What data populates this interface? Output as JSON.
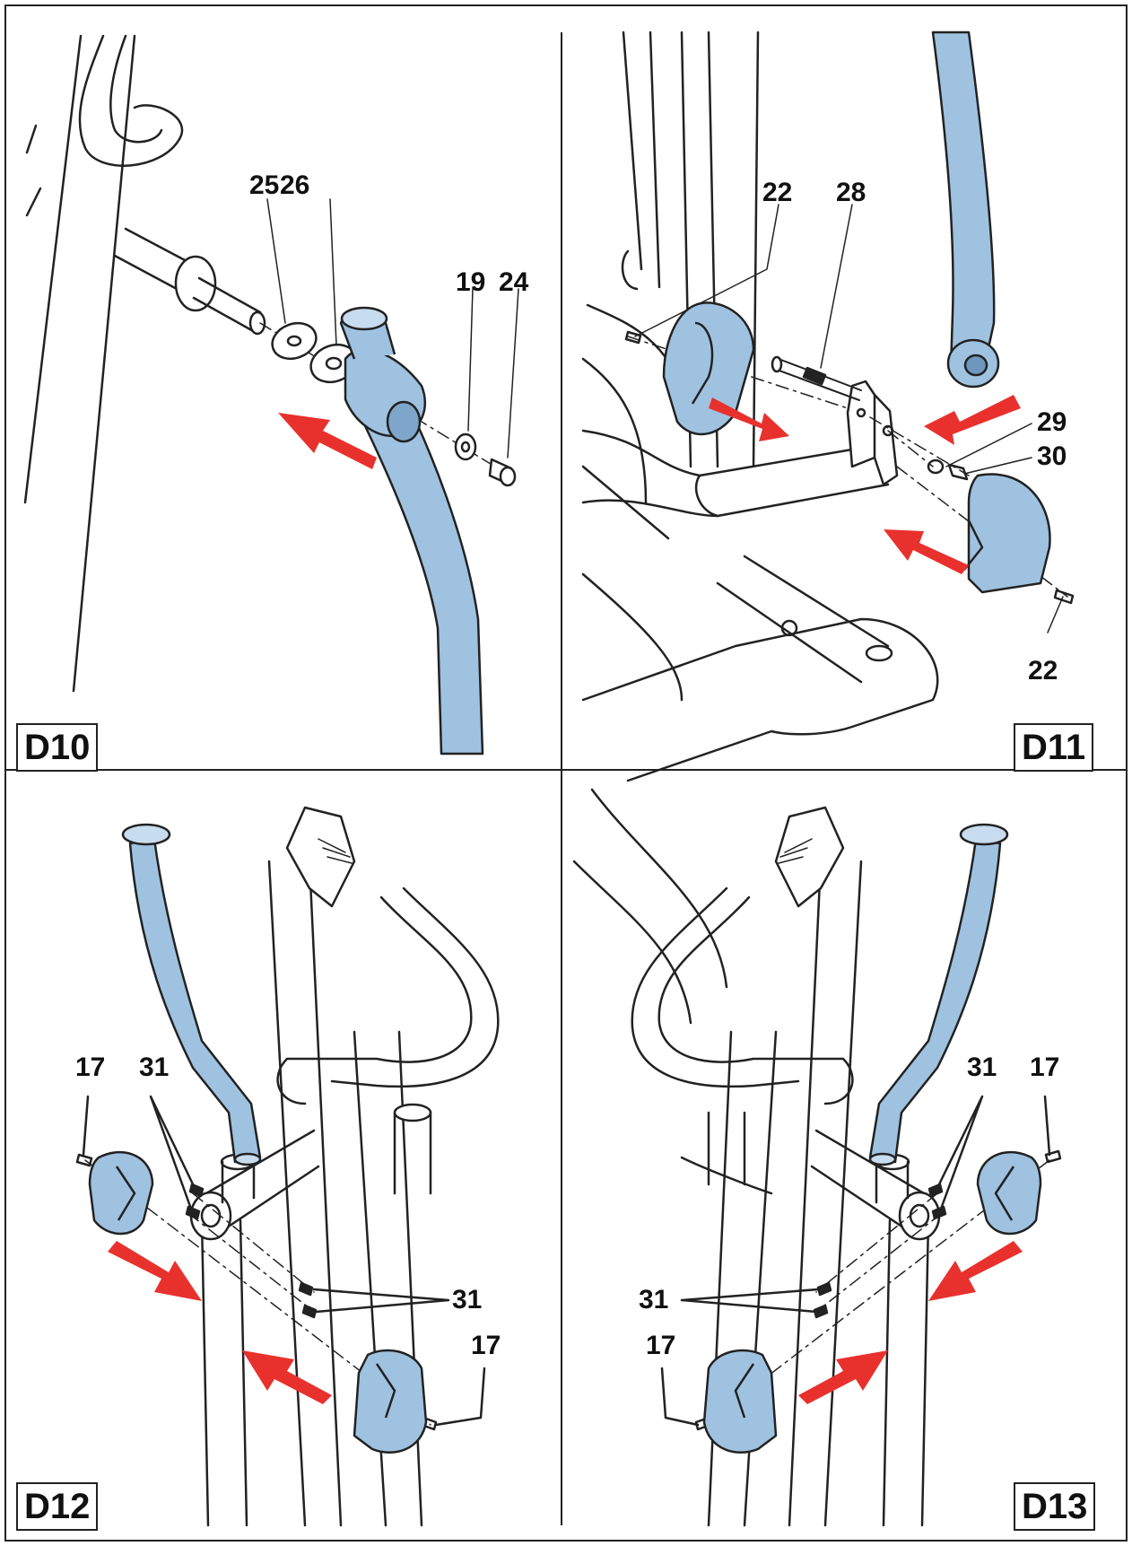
{
  "colors": {
    "part_fill": "#9fc2e0",
    "arrow": "#e8312d",
    "line": "#222222",
    "background": "#ffffff"
  },
  "panels": [
    {
      "id": "D10",
      "labels": [
        {
          "text": "25"
        },
        {
          "text": "26"
        },
        {
          "text": "19"
        },
        {
          "text": "24"
        }
      ]
    },
    {
      "id": "D11",
      "labels": [
        {
          "text": "22"
        },
        {
          "text": "28"
        },
        {
          "text": "29"
        },
        {
          "text": "30"
        },
        {
          "text": "22"
        }
      ]
    },
    {
      "id": "D12",
      "labels": [
        {
          "text": "17"
        },
        {
          "text": "31"
        },
        {
          "text": "31"
        },
        {
          "text": "17"
        }
      ]
    },
    {
      "id": "D13",
      "labels": [
        {
          "text": "31"
        },
        {
          "text": "17"
        },
        {
          "text": "31"
        },
        {
          "text": "17"
        }
      ]
    }
  ]
}
